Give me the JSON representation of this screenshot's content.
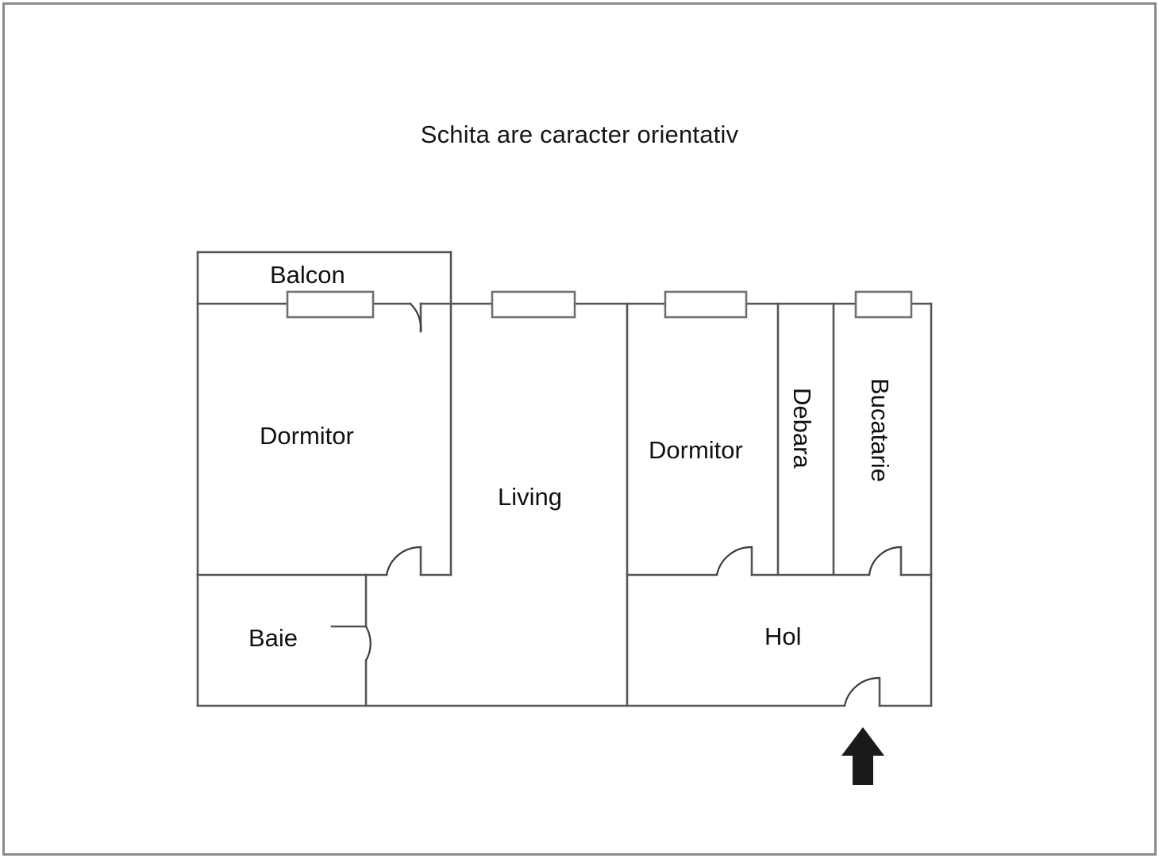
{
  "document": {
    "title": "Schita are caracter orientativ",
    "type": "apartment-floor-plan",
    "language": "ro"
  },
  "colors": {
    "wall": "#555555",
    "outer_frame": "#8a8a8a",
    "text": "#111111",
    "background": "#ffffff",
    "arrow": "#1a1a1a"
  },
  "rooms": [
    {
      "id": "balcon",
      "label": "Balcon",
      "orientation": "horizontal"
    },
    {
      "id": "dormitor1",
      "label": "Dormitor",
      "orientation": "horizontal"
    },
    {
      "id": "living",
      "label": "Living",
      "orientation": "horizontal"
    },
    {
      "id": "dormitor2",
      "label": "Dormitor",
      "orientation": "horizontal"
    },
    {
      "id": "debara",
      "label": "Debara",
      "orientation": "vertical"
    },
    {
      "id": "bucatarie",
      "label": "Bucatarie",
      "orientation": "vertical"
    },
    {
      "id": "baie",
      "label": "Baie",
      "orientation": "horizontal"
    },
    {
      "id": "hol",
      "label": "Hol",
      "orientation": "horizontal"
    }
  ],
  "features": {
    "windows_count": 4,
    "doors_count": 5,
    "entrance_marker": "up-arrow"
  }
}
